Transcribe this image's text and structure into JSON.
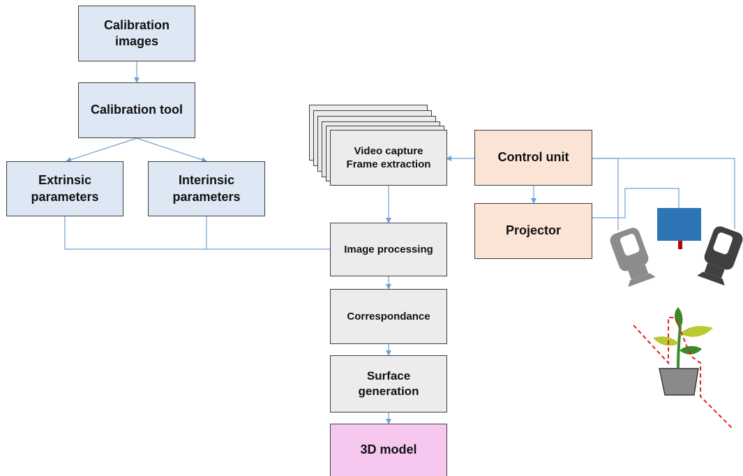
{
  "calibration": {
    "images": "Calibration\nimages",
    "tool": "Calibration tool",
    "extrinsic": "Extrinsic\nparameters",
    "intrinsic": "Interinsic\nparameters"
  },
  "pipeline": {
    "video_capture": "Video capture\nFrame extraction",
    "image_processing": "Image processing",
    "correspondance": "Correspondance",
    "surface_generation": "Surface\ngeneration",
    "model_3d": "3D model"
  },
  "hardware": {
    "control_unit": "Control unit",
    "projector": "Projector"
  },
  "colors": {
    "calibration_fill": "#dde8f4",
    "processing_fill": "#ececec",
    "hardware_fill": "#fbe4d5",
    "model_fill": "#f6c8f0",
    "connector": "#6ea1d6",
    "projector_device": "#2e75b6",
    "camera_left": "#8c8c8c",
    "camera_right": "#404040",
    "laser_line": "#e02020",
    "pot": "#8a8a8a",
    "leaf_dark": "#3a8a2a",
    "leaf_light": "#b8c932"
  },
  "icons": [
    "camera-left-icon",
    "projector-device-icon",
    "camera-right-icon",
    "plant-pot-icon",
    "stack-frame-icon"
  ]
}
